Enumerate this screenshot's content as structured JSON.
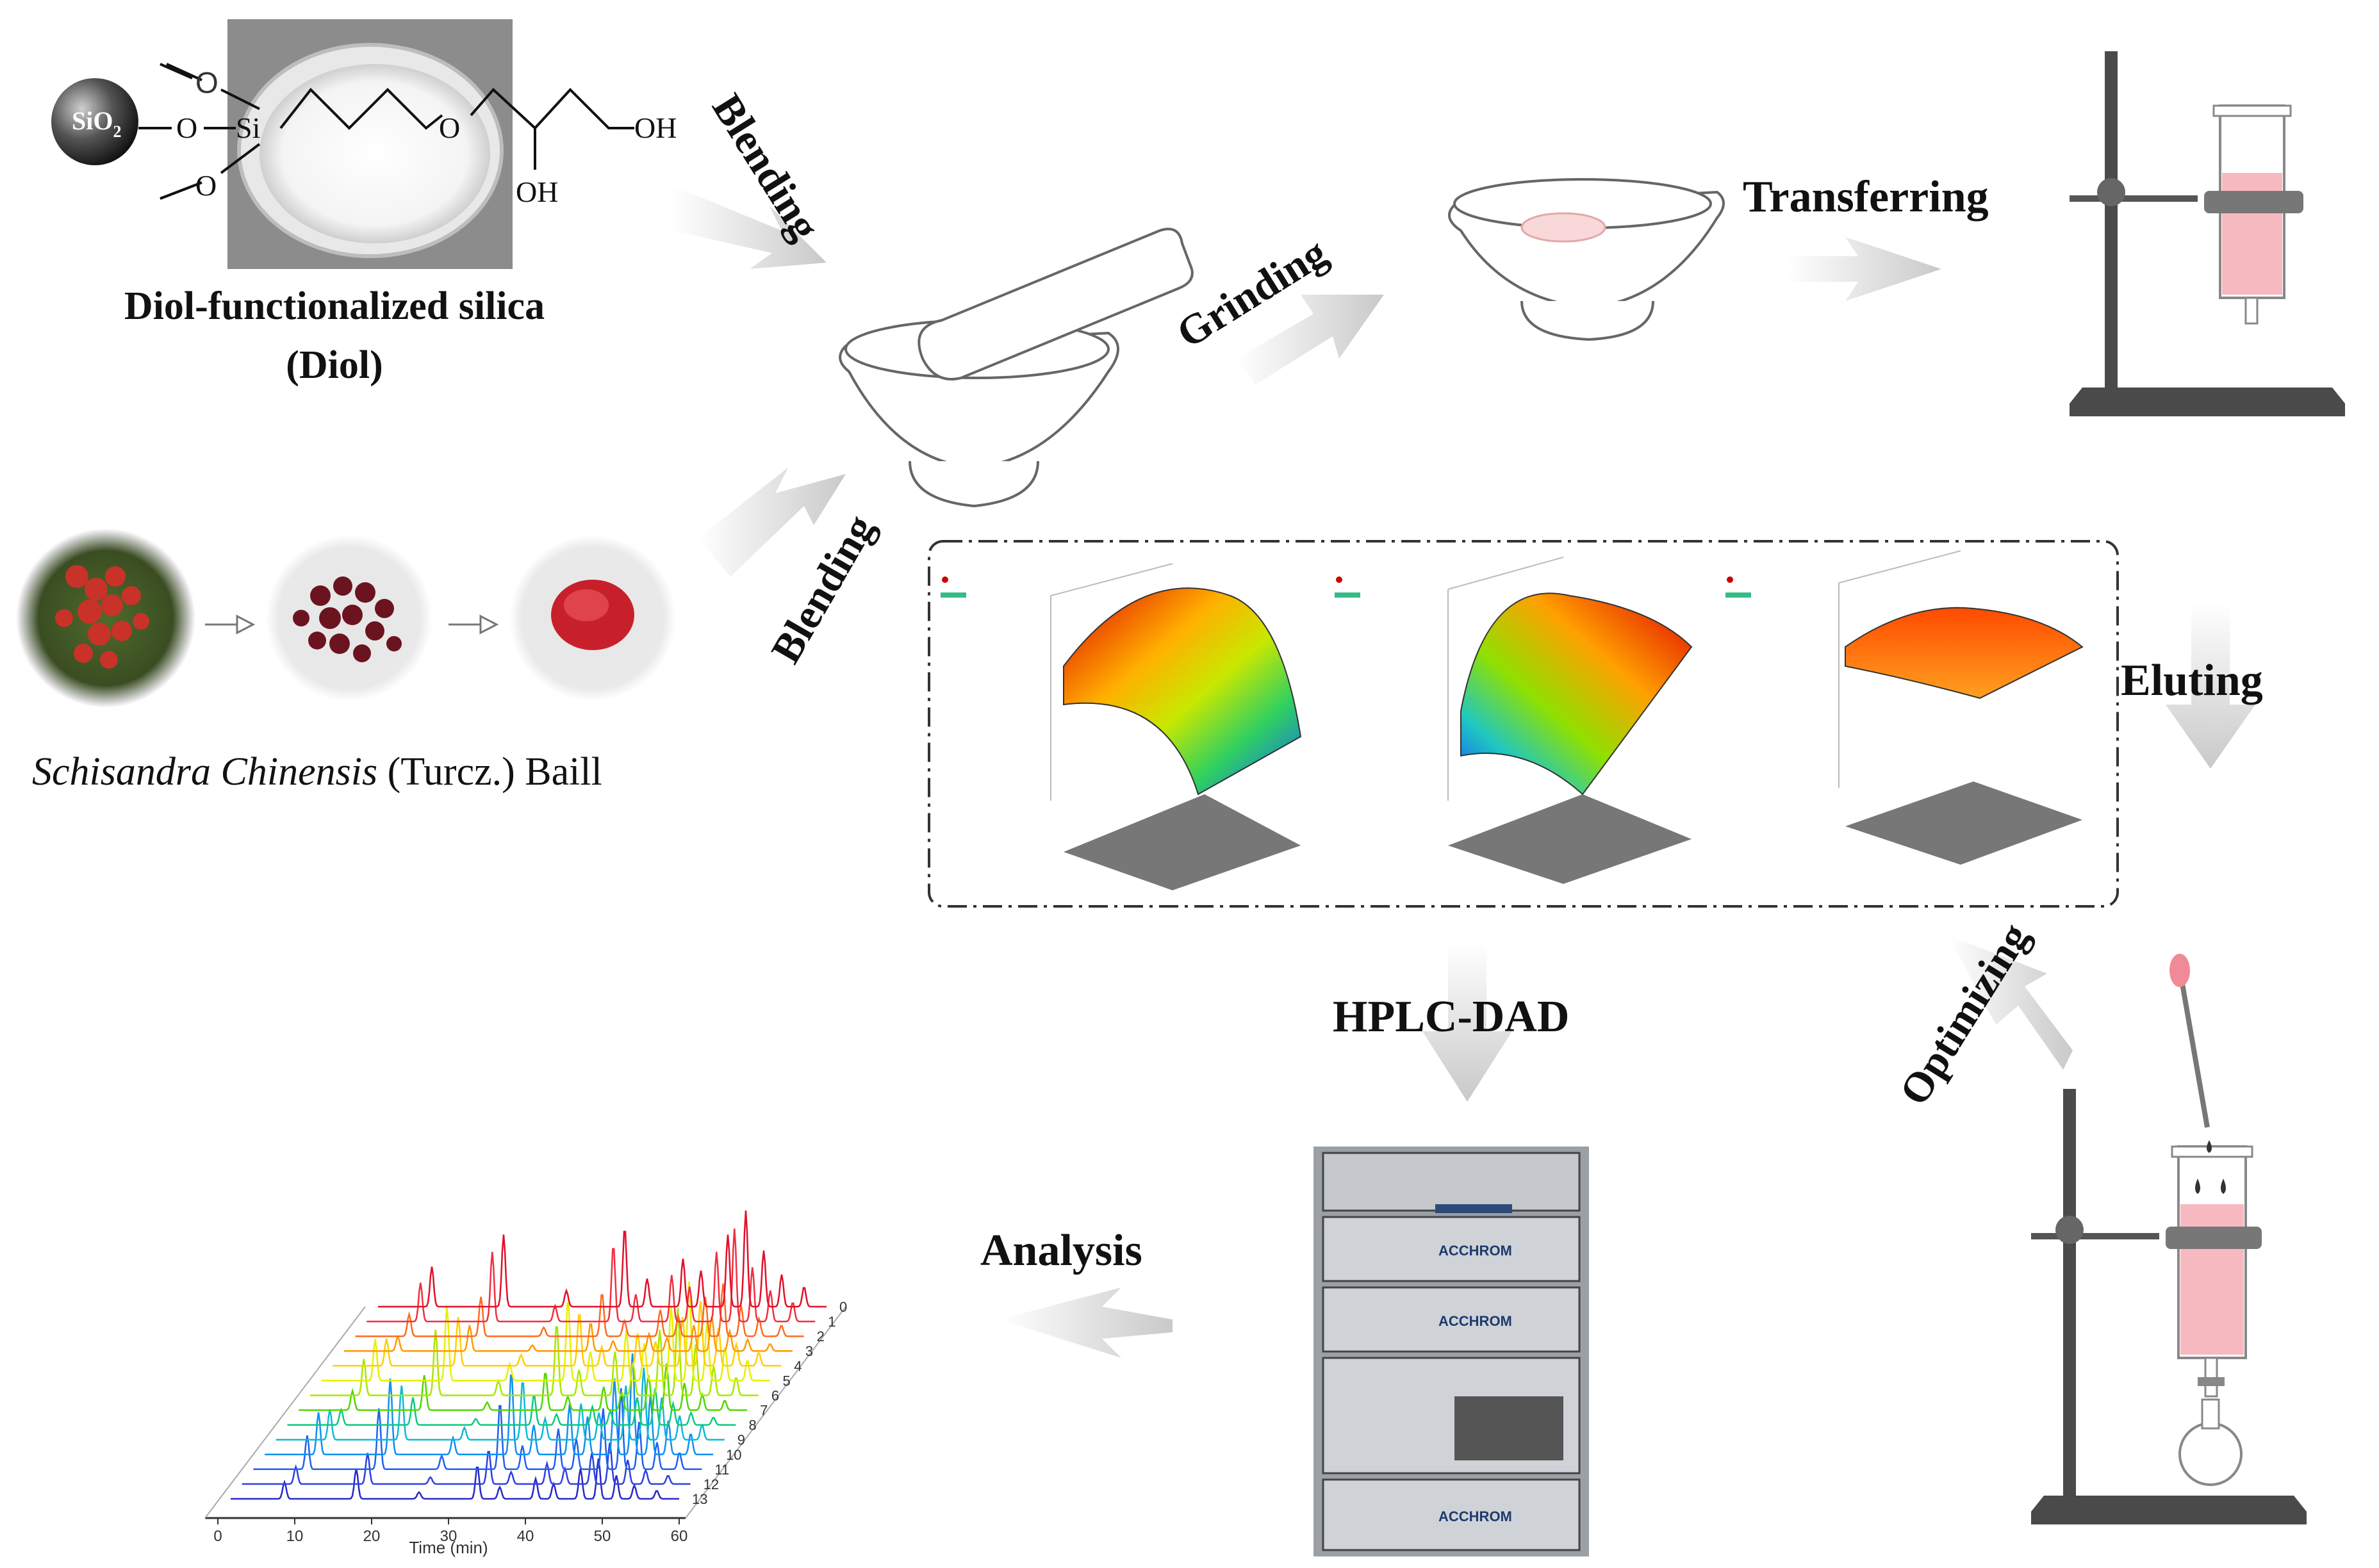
{
  "chemistry": {
    "sio2_label": "SiO",
    "sio2_sub": "2",
    "si_label": "Si",
    "o_label": "O",
    "oh_label": "OH",
    "title_line1": "Diol-functionalized silica",
    "title_line2": "(Diol)"
  },
  "plant": {
    "name_italic": "Schisandra Chinensis",
    "name_regular": " (Turcz.) Baill"
  },
  "steps": {
    "blending_top": "Blending",
    "blending_bottom": "Blending",
    "grinding": "Grinding",
    "transferring": "Transferring",
    "eluting": "Eluting",
    "optimizing": "Optimizing",
    "hplc": "HPLC-DAD",
    "analysis": "Analysis"
  },
  "instrument": {
    "brand": "ACCHROM"
  },
  "chromatogram": {
    "x_ticks": [
      "0",
      "10",
      "20",
      "30",
      "40",
      "50",
      "60"
    ],
    "xlabel": "Time (min)",
    "sample_labels": [
      "0",
      "1",
      "2",
      "3",
      "4",
      "5",
      "6",
      "7",
      "8",
      "9",
      "10",
      "11",
      "12",
      "13"
    ]
  },
  "colors": {
    "arrow": "#cfcfcf",
    "red_liquid": "#f6b9bf",
    "stand": "#4a4a4a"
  }
}
